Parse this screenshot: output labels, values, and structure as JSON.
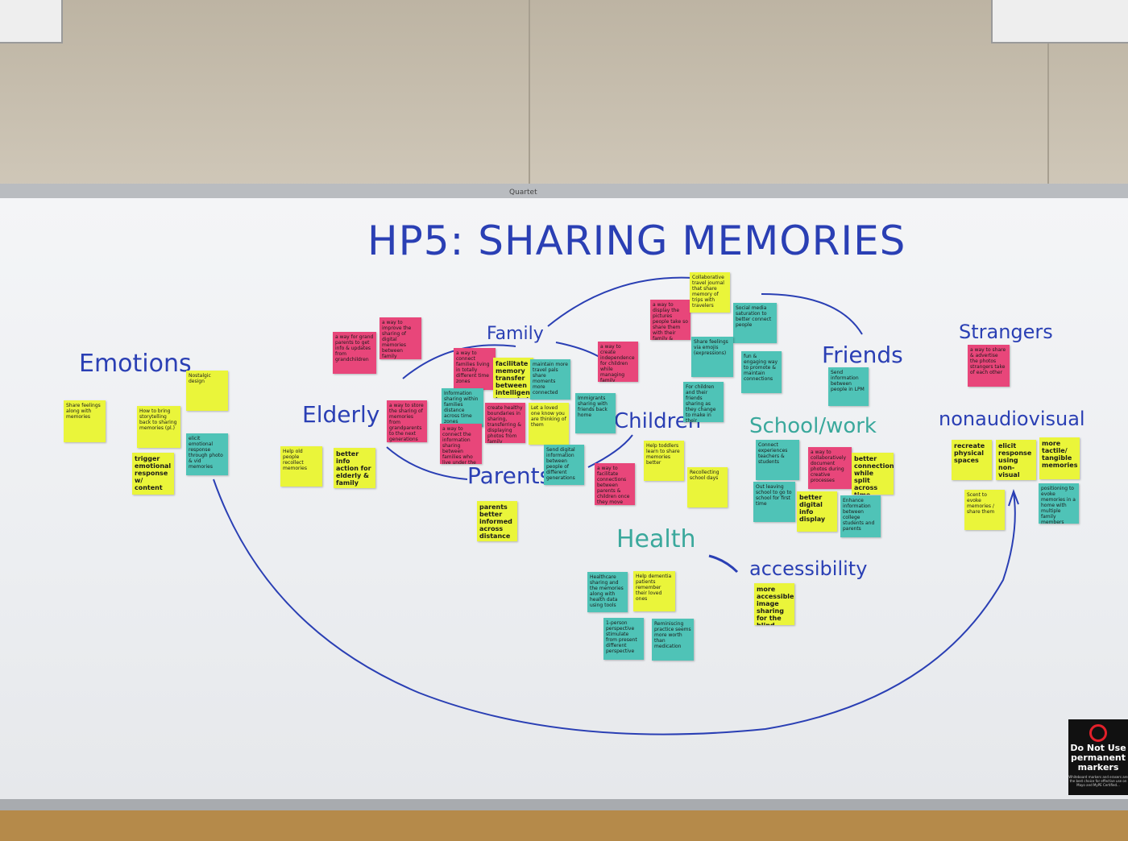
{
  "board": {
    "brand": "Quartet",
    "title": "HP5: SHARING MEMORIES",
    "sign": {
      "heading": "Do Not Use permanent markers",
      "fine_print": "Whiteboard markers and erasers are the best choice for effective use on Mayo and MyPE Certified..."
    }
  },
  "labels": {
    "emotions": "Emotions",
    "family": "Family",
    "elderly": "Elderly",
    "children": "Children",
    "parents": "Parents",
    "friends": "Friends",
    "strangers": "Strangers",
    "school_work": "School/work",
    "nonaudiovisual": "nonaudiovisual",
    "health": "Health",
    "accessibility": "accessibility"
  },
  "notes": {
    "n1": "Share feelings along with memories",
    "n2": "Nostalgic design",
    "n3": "How to bring storytelling back to sharing memories (pl.)",
    "n4": "trigger emotional response w/ content",
    "n5": "elicit emotional response through photo & vid memories",
    "n6": "a way for grand parents to get info & updates from grandchildren",
    "n7": "a way to improve the sharing of digital memories between family members",
    "n8": "Help old people recollect memories",
    "n9": "better info action for elderly & family",
    "n10": "a way to store the sharing of memories from grandparents to the next generations",
    "n11": "a way to connect families living in totally different time zones",
    "n12": "facilitate memory transfer between intelligent households",
    "n13": "Information sharing within families distance across time zones",
    "n14": "a way to connect the information sharing between families who live under the same roof",
    "n15": "create healthy boundaries in sharing, transferring & displaying photos from family members",
    "n16": "Let a loved one know you are thinking of them",
    "n17": "Immigrants sharing with friends back home",
    "n18": "Send digital information between people of different generations",
    "n19": "a way to facilitate connections between parents & children once they move away to college",
    "n20": "a way to create independence for children while managing family connections",
    "n21": "maintain more travel pals share moments more connected",
    "n22": "Help toddlers learn to share memories better",
    "n23": "Recollecting school days",
    "n24": "a way to display the pictures people take so share them with their family & friends",
    "n25": "Collaborative travel journal that share memory of trips with travelers",
    "n26": "Social media saturation to better connect people",
    "n27": "Share feelings via emojis (expressions)",
    "n28": "fun & engaging way to promote & maintain connections",
    "n29": "For children and their friends sharing as they change to make in their respective schools",
    "n30": "Send information between people in LPM",
    "n31": "Connect experiences teachers & students",
    "n32": "a way to collaboratively document photos during creative processes",
    "n33": "better connections while split across time",
    "n34": "Out leaving school to go to school for first time",
    "n35": "better digital info display",
    "n36": "Enhance information between college students and parents",
    "n37": "a way to share & advertise the photos strangers take of each other",
    "n38": "recreate physical spaces",
    "n39": "elicit response using non-visual sense non-audio",
    "n40": "more tactile/ tangible memories",
    "n41": "Scent to evoke memories / share them",
    "n42": "positioning to evoke memories in a home with multiple family members",
    "n43": "parents better informed across distance",
    "n44": "Healthcare sharing and the memories along with health data using tools",
    "n45": "Help dementia patients remember their loved ones",
    "n46": "1-person perspective stimulate from present different perspective",
    "n47": "Reminiscing practice seems more worth than medication",
    "n48": "more accessible image sharing for the blind"
  }
}
